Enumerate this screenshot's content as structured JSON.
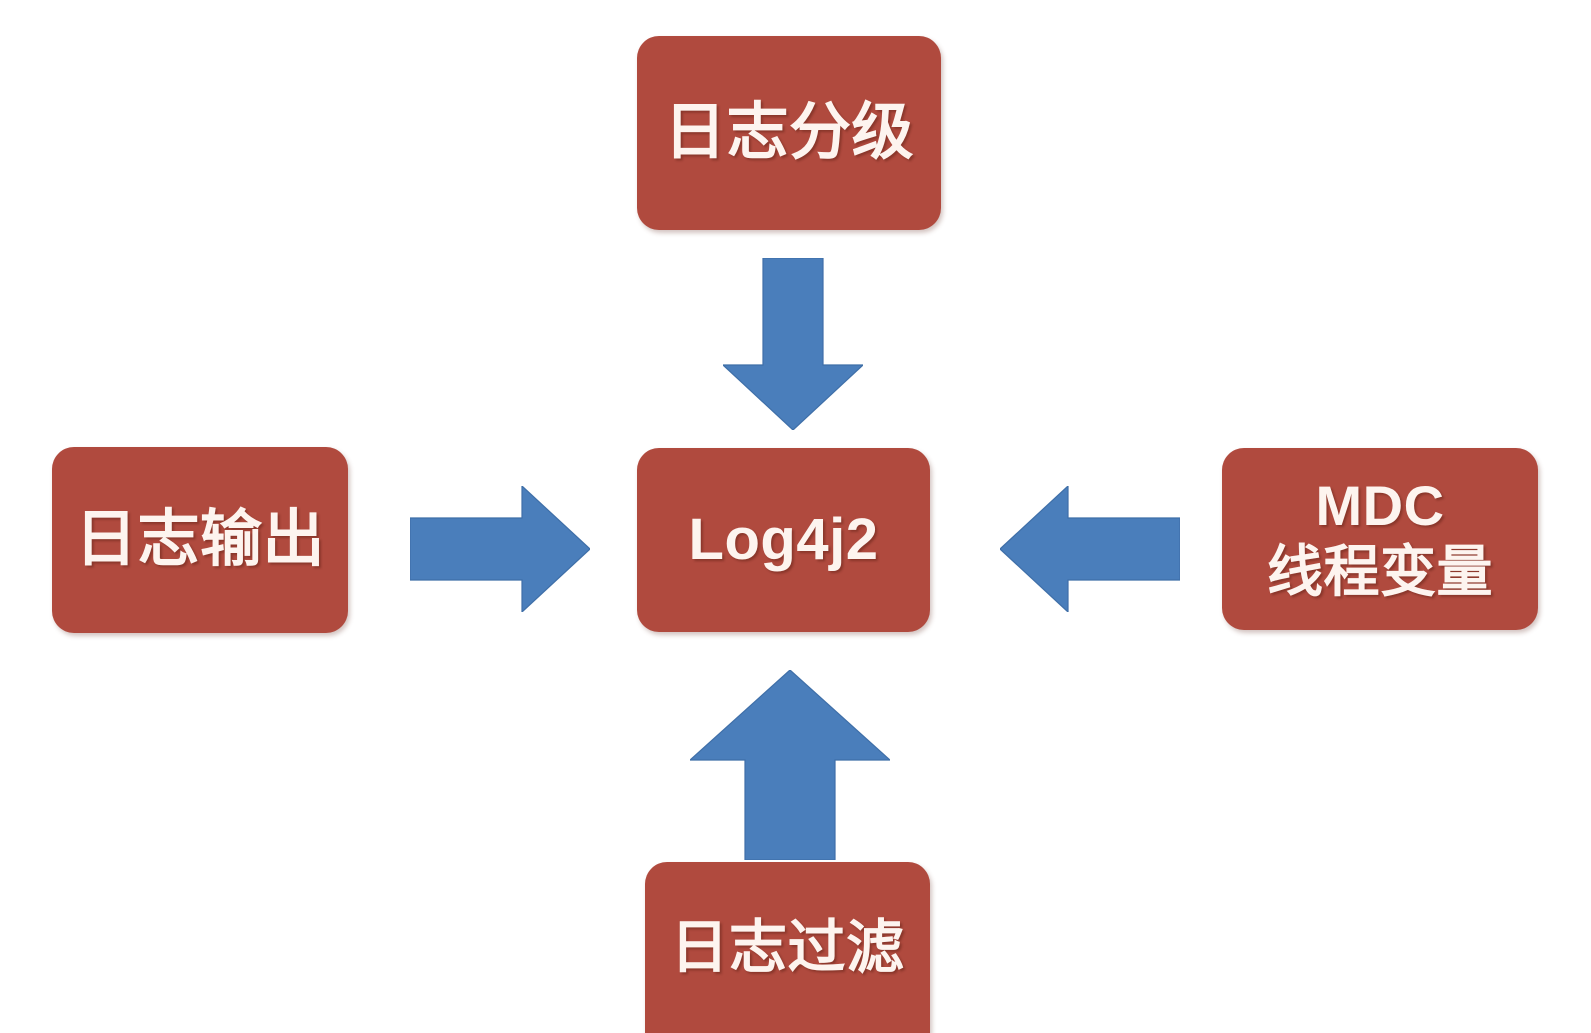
{
  "diagram": {
    "title": "Log4j2 feature relationship diagram",
    "background_color": "#ffffff",
    "node_color": "#b04a3e",
    "node_text_color": "#fdf4ef",
    "arrow_color": "#4a7ebb",
    "nodes": {
      "center": {
        "label": "Log4j2",
        "position": "center"
      },
      "top": {
        "label": "日志分级",
        "position": "top"
      },
      "left": {
        "label": "日志输出",
        "position": "left"
      },
      "right": {
        "label": "MDC\n线程变量",
        "position": "right"
      },
      "bottom": {
        "label": "日志过滤",
        "position": "bottom"
      }
    },
    "arrows": [
      {
        "name": "top-to-center",
        "from": "top",
        "to": "center",
        "direction": "down"
      },
      {
        "name": "left-to-center",
        "from": "left",
        "to": "center",
        "direction": "right"
      },
      {
        "name": "right-to-center",
        "from": "right",
        "to": "center",
        "direction": "left"
      },
      {
        "name": "bottom-to-center",
        "from": "bottom",
        "to": "center",
        "direction": "up"
      }
    ]
  }
}
